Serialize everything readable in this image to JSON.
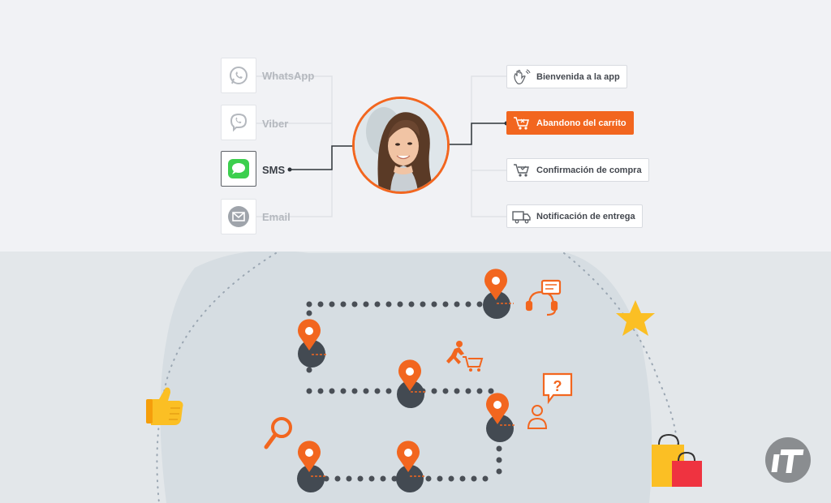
{
  "channels": [
    {
      "label": "WhatsApp",
      "icon": "whatsapp-icon",
      "active": false
    },
    {
      "label": "Viber",
      "icon": "viber-icon",
      "active": false
    },
    {
      "label": "SMS",
      "icon": "sms-icon",
      "active": true
    },
    {
      "label": "Email",
      "icon": "email-icon",
      "active": false
    }
  ],
  "messages": [
    {
      "label": "Bienvenida a la app",
      "icon": "waving-hand-icon",
      "active": false
    },
    {
      "label": "Abandono del carrito",
      "icon": "cart-icon",
      "active": true
    },
    {
      "label": "Confirmación de compra",
      "icon": "cart-check-icon",
      "active": false
    },
    {
      "label": "Notificación de entrega",
      "icon": "delivery-truck-icon",
      "active": false
    }
  ],
  "colors": {
    "accent": "#f2661f",
    "dark_node": "#434a52",
    "dots": "#4a4f56",
    "star": "#fbbf24",
    "thumb": "#fbbf24"
  },
  "journey_icons": [
    "map-pin-icon",
    "headset-chat-icon",
    "shopper-cart-icon",
    "question-bubble-icon",
    "user-icon",
    "magnifier-icon",
    "thumbs-up-icon",
    "star-icon",
    "shopping-bags-icon"
  ],
  "brand": {
    "logo_icon": "it-logo-icon"
  }
}
